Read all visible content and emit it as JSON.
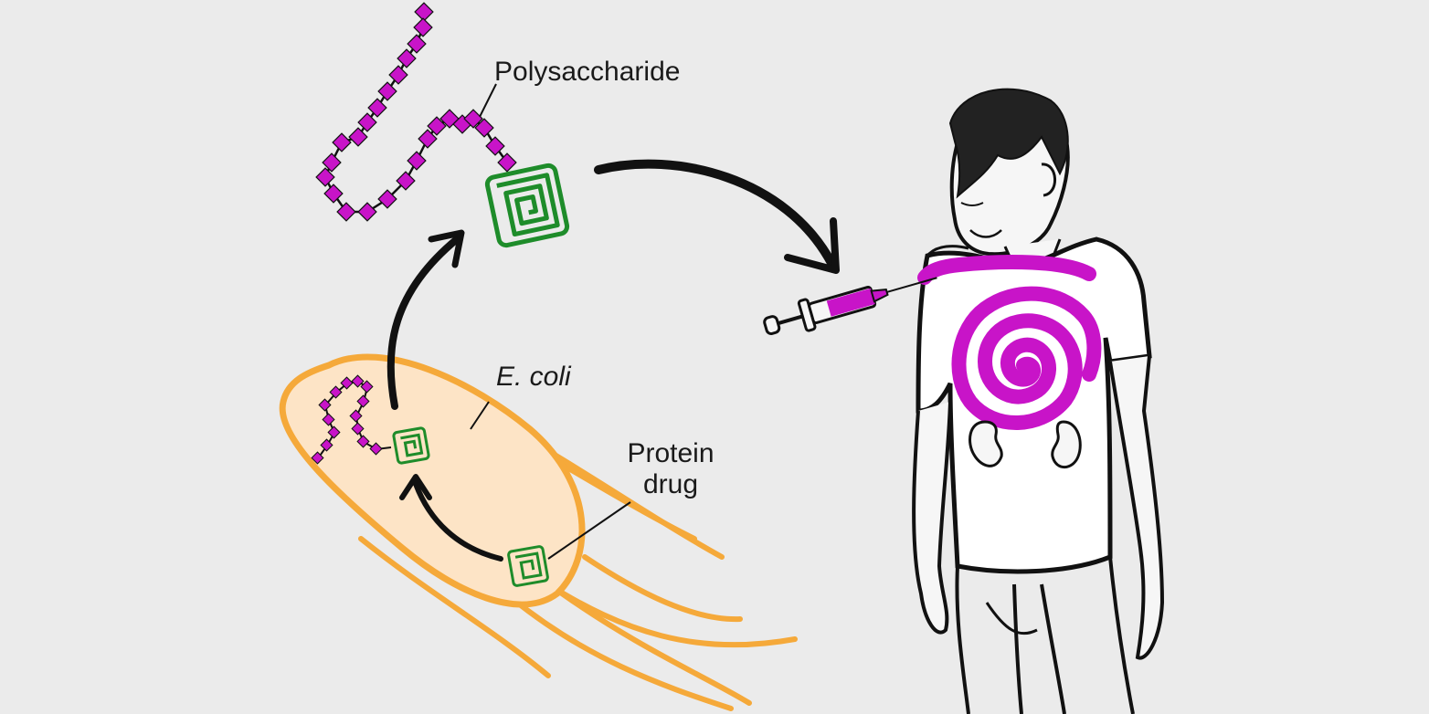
{
  "labels": {
    "polysaccharide": "Polysaccharide",
    "ecoli": "E. coli",
    "protein_line1": "Protein",
    "protein_line2": "drug"
  },
  "colors": {
    "background": "#ebebeb",
    "cell_fill": "#fde4c6",
    "cell_outline": "#f5a93a",
    "sugar": "#c814c8",
    "protein": "#1e8c2a",
    "ink": "#111111"
  }
}
